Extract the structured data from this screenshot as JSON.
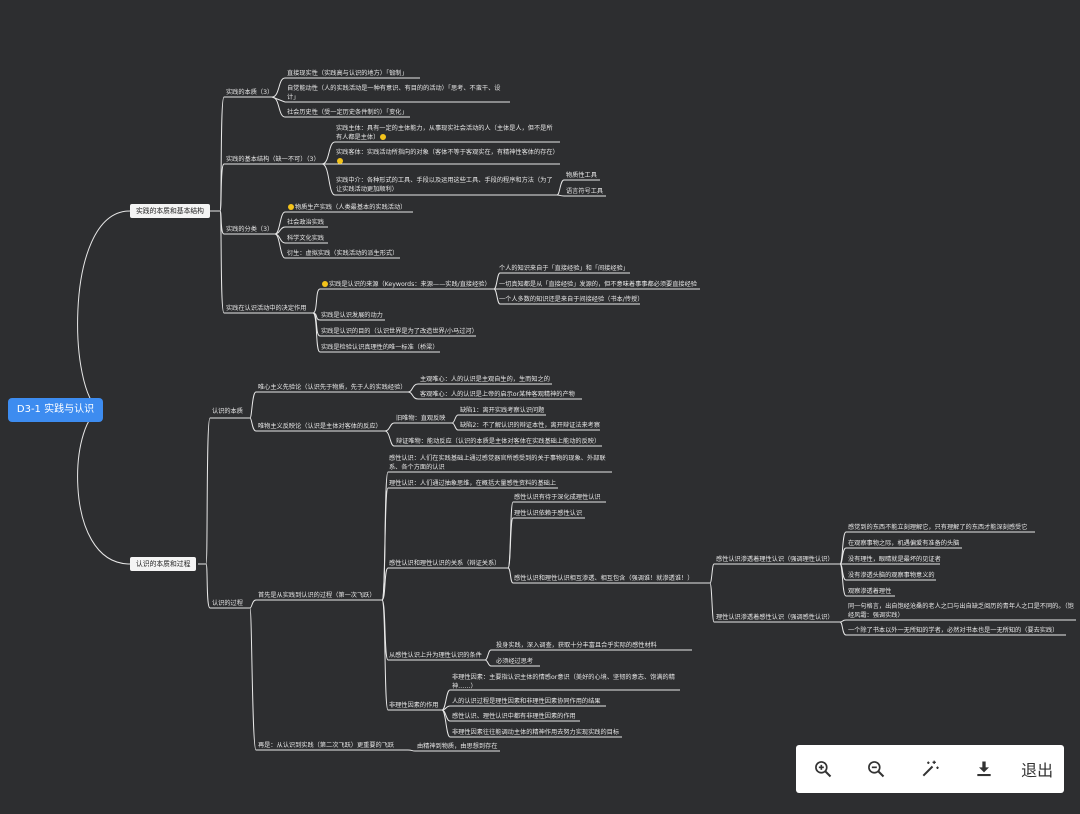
{
  "root": "D3-1 实践与认识",
  "branches": {
    "b1": "实践的本质和基本结构",
    "b2": "认识的本质和过程"
  },
  "n": {
    "a1": "实践的本质（3）",
    "a1_1": "直接现实性（实践高与认识的地方）「锻制」",
    "a1_2": "自觉能动性（人的实践活动是一种有意识、有目的的活动）「思考、不蛮干、设计」",
    "a1_3": "社会历史性（受一定历史条件制约）「变化」",
    "a2": "实践的基本结构（缺一不可）（3）",
    "a2_1": "实践主体：具有一定的主体能力，从事现实社会活动的人（主体是人，但不是所有人都是主体）",
    "a2_2": "实践客体：实践活动所指向的对象（客体不等于客观实在，有精神性客体的存在）",
    "a2_3": "实践中介：各种形式的工具、手段以及运用这些工具、手段的程序和方法（为了让实践活动更加顺利）",
    "a2_3a": "物质性工具",
    "a2_3b": "语言符号工具",
    "a3": "实践的分类（3）",
    "a3_1": "物质生产实践（人类最基本的实践活动）",
    "a3_2": "社会政治实践",
    "a3_3": "科学文化实践",
    "a3_4": "衍生：虚拟实践（实践活动的派生形式）",
    "a4": "实践在认识活动中的决定作用",
    "a4_1": "实践是认识的来源（Keywords：来源——实践/直接经验）",
    "a4_1a": "个人的知识来自于「直接经验」和「间接经验」",
    "a4_1b": "一切真知都是从「直接经验」发源的，但不意味着事事都必须要直接经验",
    "a4_1c": "一个人多数的知识还是来自于间接经验（书本/传授）",
    "a4_2": "实践是认识发展的动力",
    "a4_3": "实践是认识的目的（认识世界是为了改造世界/小马过河）",
    "a4_4": "实践是检验认识真理性的唯一标准（桥梁）",
    "c1": "认识的本质",
    "c1_1": "唯心主义先验论（认识先于物质，先于人的实践经验）",
    "c1_1a": "主观唯心：人的认识是主观自生的，生而知之的",
    "c1_1b": "客观唯心：人的认识是上帝的启示or某种客观精神的产物",
    "c1_2": "唯物主义反映论（认识是主体对客体的反应）",
    "c1_2a": "旧唯物：直观反映",
    "c1_2a1": "缺陷1：离开实践考察认识问题",
    "c1_2a2": "缺陷2：不了解认识的辩证本性，离开辩证法来考察",
    "c1_2b": "辩证唯物：能动反应（认识的本质是主体对客体在实践基础上能动的反映）",
    "c2": "认识的过程",
    "c2_1": "首先是从实践到认识的过程（第一次飞跃）",
    "c2_1a": "感性认识：人们在实践基础上通过感觉器官所感受到的关于事物的现象、外部联系、各个方面的认识",
    "c2_1b": "理性认识：人们通过抽象思维，在概括大量感性资料的基础上",
    "c2_1c": "感性认识和理性认识的关系（辩证关系）",
    "c2_1c1": "感性认识有待于深化成理性认识",
    "c2_1c2": "理性认识依赖于感性认识",
    "c2_1c3": "感性认识和理性认识相互渗透、相互包含（强调谁！就渗透谁！）",
    "c2_1c3a": "感性认识渗透着理性认识（强调理性认识）",
    "p1": "感觉到的东西不能立刻理解它，只有理解了的东西才能深刻感受它",
    "p2": "在观察事物之际，机遇偏爱有准备的头脑",
    "p3": "没有理性，眼睛就是最坏的见证者",
    "p4": "没有渗透头脑的观察事物意义的",
    "p5": "观察渗透着理性",
    "c2_1c3b": "理性认识渗透着感性认识（强调感性认识）",
    "q1": "同一句格言，出自饱经沧桑的老人之口与出自缺乏阅历的青年人之口是不同的。（饱经风霜：强调实践）",
    "q2": "一个除了书本以外一无所知的学者，必然对书本也是一无所知的（要去实践）",
    "c2_1d": "从感性认识上升为理性认识的条件",
    "c2_1d1": "投身实践，深入调查，获取十分丰富且合乎实际的感性材料",
    "c2_1d2": "必须经过思考",
    "c2_1e": "非理性因素的作用",
    "c2_1e1": "非理性因素：主要指认识主体的情感or意识（美好的心境、坚韧的意志、饱满的精神……）",
    "c2_1e2": "人的认识过程是理性因素和非理性因素协同作用的结果",
    "c2_1e3": "感性认识、理性认识中都有非理性因素的作用",
    "c2_1e4": "非理性因素往往能调动主体的精神作用去努力实现实践的目标",
    "c2_2": "再是：从认识到实践（第二次飞跃）更重要的飞跃",
    "c2_2a": "由精神到物质，由思想到存在"
  },
  "toolbar": {
    "zoom_in": "zoom-in-icon",
    "zoom_out": "zoom-out-icon",
    "magic": "magic-wand-icon",
    "download": "download-icon",
    "exit_label": "退出"
  }
}
